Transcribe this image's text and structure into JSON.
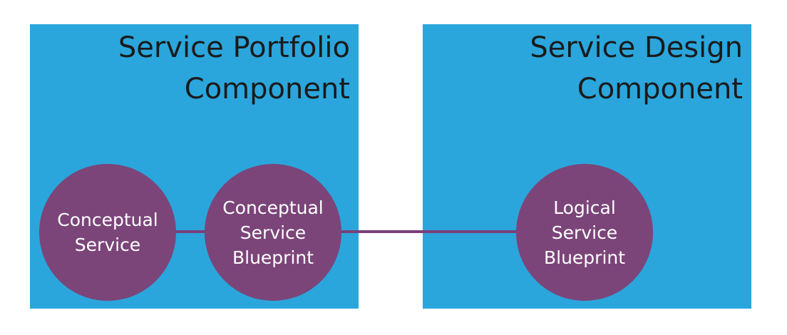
{
  "panels": {
    "portfolio": {
      "title_line1": "Service Portfolio",
      "title_line2": "Component"
    },
    "design": {
      "title_line1": "Service Design",
      "title_line2": "Component"
    }
  },
  "nodes": {
    "conceptual_service": {
      "line1": "Conceptual",
      "line2": "Service"
    },
    "conceptual_blueprint": {
      "line1": "Conceptual",
      "line2": "Service",
      "line3": "Blueprint"
    },
    "logical_blueprint": {
      "line1": "Logical",
      "line2": "Service",
      "line3": "Blueprint"
    }
  },
  "colors": {
    "panel": "#2aa6dc",
    "node": "#7b4579",
    "connector": "#7b3f7a",
    "title_text": "#1a1a1a",
    "node_text": "#ffffff"
  }
}
